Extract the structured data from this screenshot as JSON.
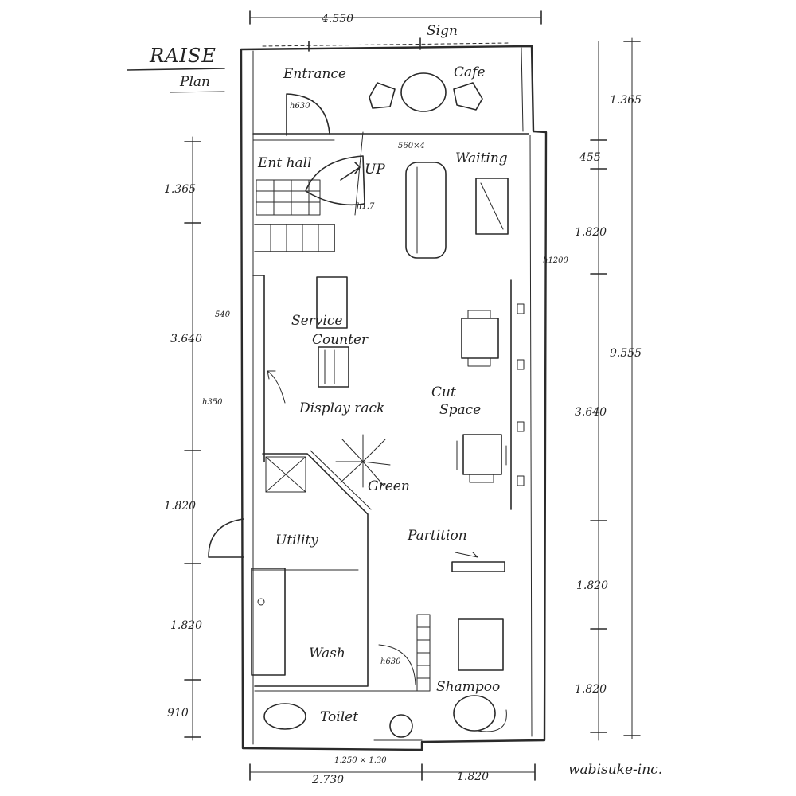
{
  "title": "RAISE",
  "subtitle": "Plan",
  "credit": "wabisuke-inc.",
  "rooms": {
    "sign": "Sign",
    "entrance": "Entrance",
    "cafe": "Cafe",
    "ent_hall": "Ent hall",
    "up": "UP",
    "waiting": "Waiting",
    "service": "Service",
    "counter": "Counter",
    "display_rack": "Display rack",
    "cut": "Cut",
    "space": "Space",
    "green": "Green",
    "utility": "Utility",
    "partition": "Partition",
    "wash": "Wash",
    "shampoo": "Shampoo",
    "toilet": "Toilet"
  },
  "notes": {
    "h630_a": "h630",
    "h630_b": "h630",
    "h350": "h350",
    "h1200": "h1200",
    "w540": "540",
    "table_size": "560×4",
    "stair_h": "h1.7"
  },
  "dimensions": {
    "top_width": "4.550",
    "bottom_left": "2.730",
    "bottom_right": "1.820",
    "bottom_small": "1.250 × 1.30",
    "left": [
      "1.365",
      "3.640",
      "1.820",
      "1.820",
      "910"
    ],
    "right_inner": [
      "1.365",
      "455",
      "1.820",
      "3.640",
      "1.820",
      "1.820"
    ],
    "right_total": "9.555"
  }
}
